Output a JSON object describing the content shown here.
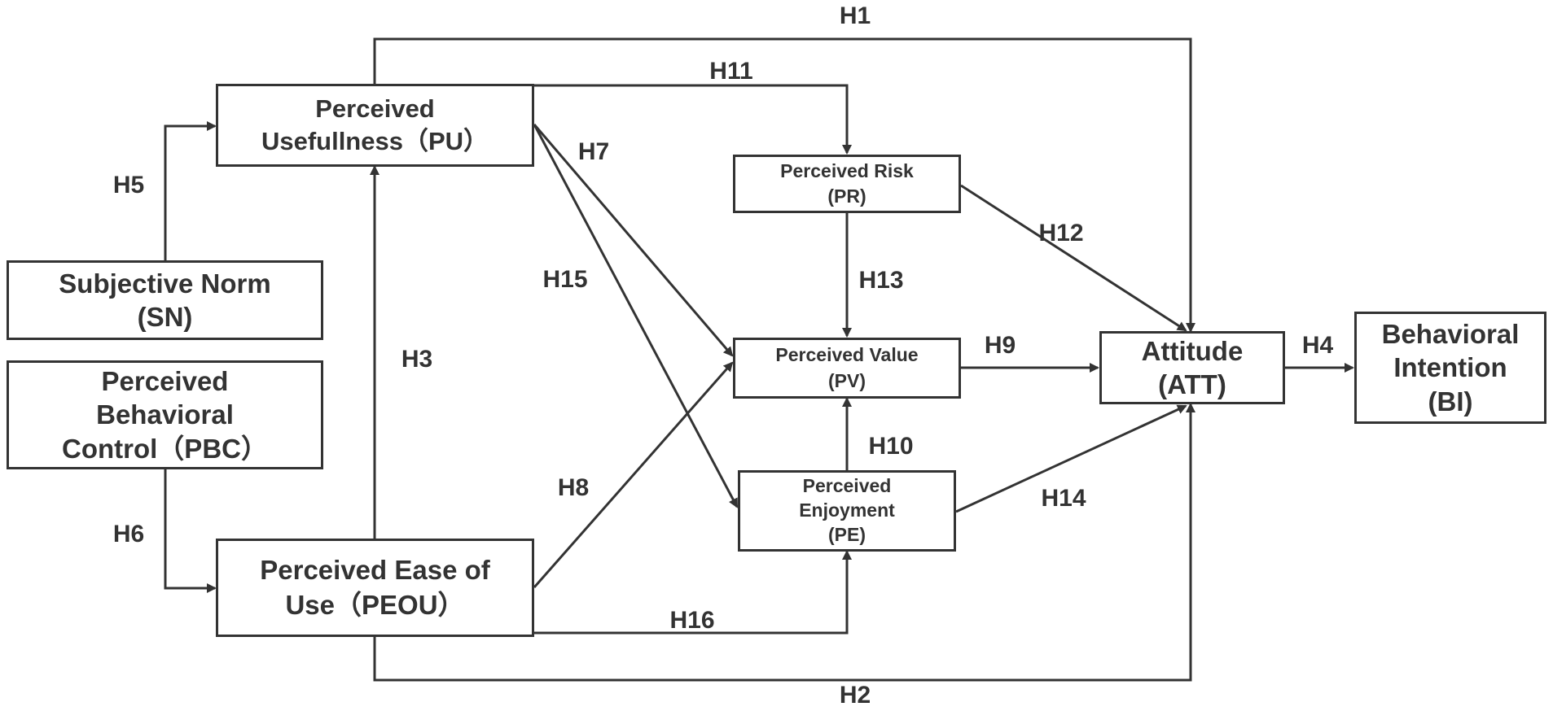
{
  "colors": {
    "line": "#333333",
    "background": "#ffffff"
  },
  "nodes": {
    "pu": {
      "line1": "Perceived",
      "line2": "Usefullness（PU）"
    },
    "sn": {
      "line1": "Subjective Norm",
      "line2": "(SN)"
    },
    "pbc": {
      "line1": "Perceived",
      "line2": "Behavioral",
      "line3": "Control（PBC）"
    },
    "peou": {
      "line1": "Perceived Ease of",
      "line2": "Use（PEOU）"
    },
    "pr": {
      "line1": "Perceived Risk",
      "line2": "(PR)"
    },
    "pv": {
      "line1": "Perceived Value",
      "line2": "(PV)"
    },
    "pe": {
      "line1": "Perceived",
      "line2": "Enjoyment",
      "line3": "(PE)"
    },
    "att": {
      "line1": "Attitude",
      "line2": "(ATT)"
    },
    "bi": {
      "line1": "Behavioral",
      "line2": "Intention",
      "line3": "(BI)"
    }
  },
  "hypotheses": {
    "h1": "H1",
    "h2": "H2",
    "h3": "H3",
    "h4": "H4",
    "h5": "H5",
    "h6": "H6",
    "h7": "H7",
    "h8": "H8",
    "h9": "H9",
    "h10": "H10",
    "h11": "H11",
    "h12": "H12",
    "h13": "H13",
    "h14": "H14",
    "h15": "H15",
    "h16": "H16"
  }
}
